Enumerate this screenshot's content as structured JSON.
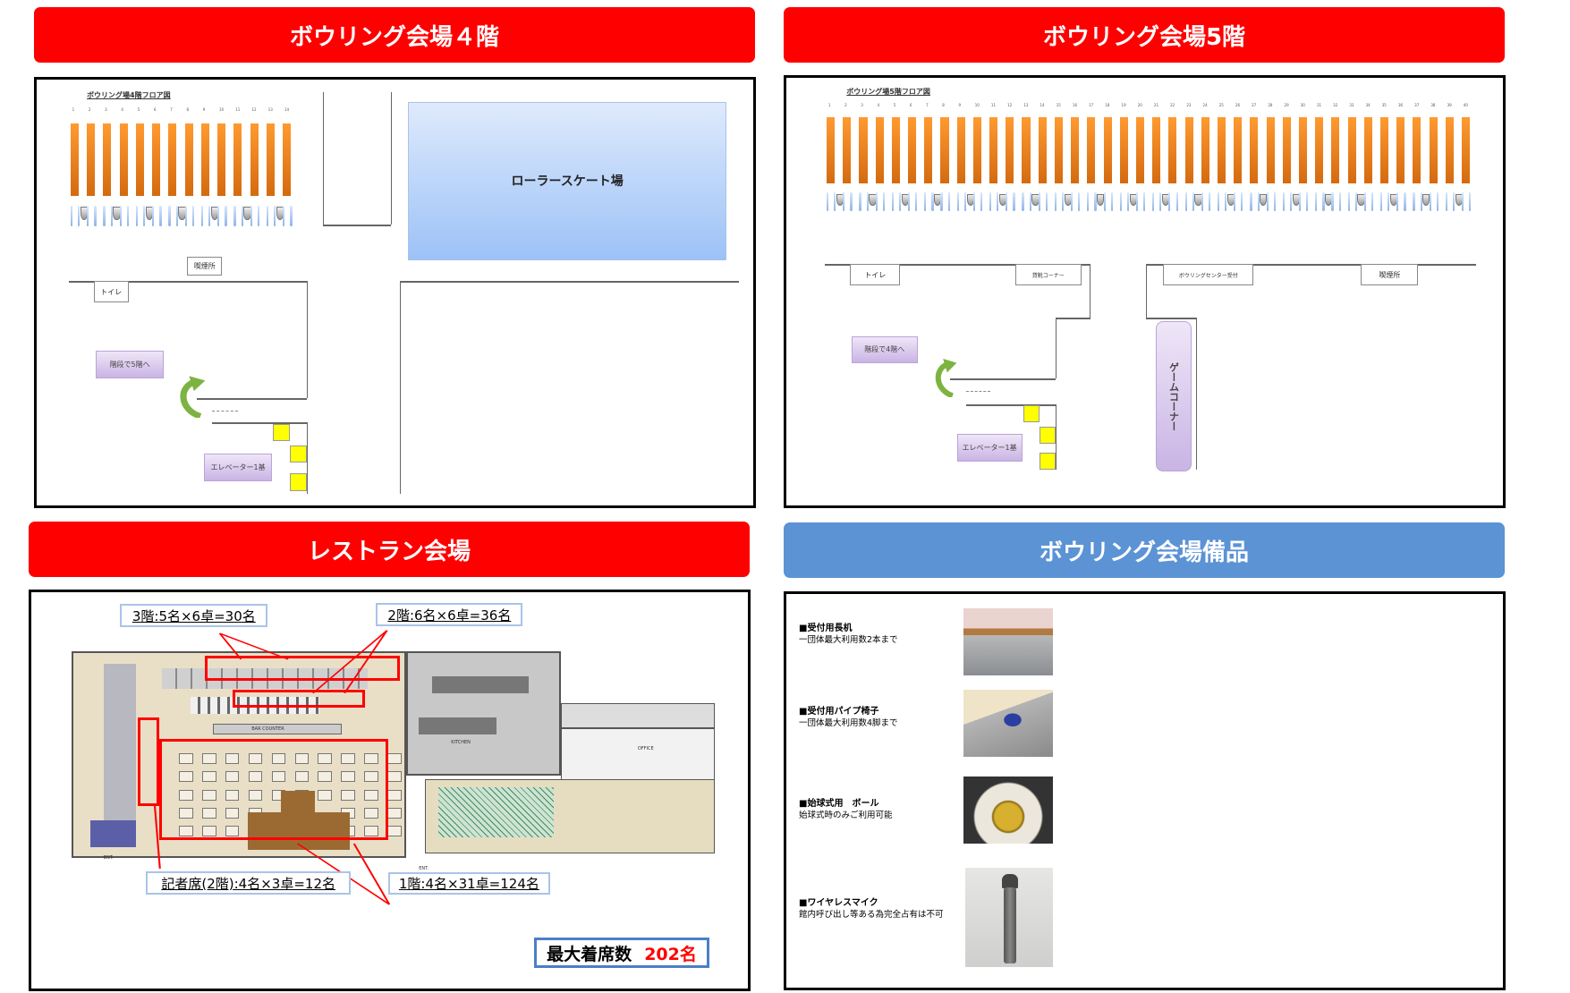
{
  "headers": {
    "floor4": "ボウリング会場４階",
    "floor5": "ボウリング会場5階",
    "restaurant": "レストラン会場",
    "equipment": "ボウリング会場備品"
  },
  "colors": {
    "header_red": "#ff0000",
    "header_blue": "#5b93d5",
    "lane_orange": "#f08020",
    "elevator_yellow": "#ffff00"
  },
  "floor4": {
    "map_title": "ボウリング場4階フロア図",
    "lane_count": 14,
    "rink": "ローラースケート場",
    "smoking": "喫煙所",
    "toilet": "トイレ",
    "stairs": "階段で5階へ",
    "elevator": "エレベーター1基"
  },
  "floor5": {
    "map_title": "ボウリング場5階フロア図",
    "lane_count": 40,
    "toilet": "トイレ",
    "shoes": "貸靴コーナー",
    "reception": "ボウリングセンター受付",
    "smoking": "喫煙所",
    "game": "ゲームコーナー",
    "stairs": "階段で4階へ",
    "elevator": "エレベーター1基"
  },
  "restaurant": {
    "label_3f": "3階:5名×6卓=30名",
    "label_2f": "2階:6名×6卓=36名",
    "label_press": "記者席(2階):4名×3卓=12名",
    "label_1f": "1階:4名×31卓=124名",
    "max_label": "最大着席数",
    "max_value": "202名",
    "plan_labels": {
      "bar": "BAR COUNTER",
      "kitchen": "KITCHEN",
      "office": "OFFICE",
      "ent1": "ENT.",
      "ent2": "ENT."
    }
  },
  "equipment": {
    "items": [
      {
        "title": "■受付用長机",
        "desc": "一団体最大利用数2本まで",
        "photo": "folding-table"
      },
      {
        "title": "■受付用パイプ椅子",
        "desc": "一団体最大利用数4脚まで",
        "photo": "folding-chair"
      },
      {
        "title": "■始球式用　ボール",
        "desc": "始球式時のみご利用可能",
        "photo": "gold-bowling-ball"
      },
      {
        "title": "■ワイヤレスマイク",
        "desc": "館内呼び出し等ある為完全占有は不可",
        "photo": "wireless-microphone"
      }
    ]
  }
}
